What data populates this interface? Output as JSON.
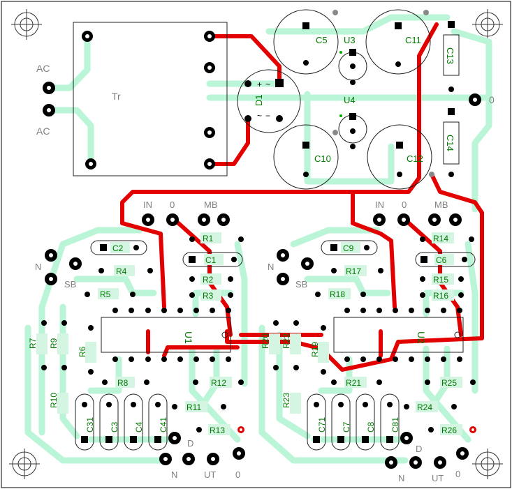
{
  "board": {
    "transformer": "Tr",
    "bridge": "D1",
    "bridge_marks": [
      "+",
      "~",
      "~",
      "−"
    ],
    "regulators": [
      "U3",
      "U4"
    ],
    "opamps": [
      "U1",
      "U2"
    ],
    "big_caps": [
      "C5",
      "C11",
      "C10",
      "C12"
    ],
    "small_caps": [
      "C13",
      "C14"
    ],
    "zero_top": "0"
  },
  "left_channel": {
    "connectors": [
      "IN",
      "0",
      "MB"
    ],
    "ground_label": "N",
    "sb_label": "SB",
    "parts": [
      "C2",
      "R1",
      "C1",
      "R2",
      "R3",
      "R4",
      "R5",
      "R6",
      "R7",
      "R9",
      "R8",
      "R10",
      "R12",
      "R11",
      "R13"
    ],
    "caps_vertical": [
      "C31",
      "C3",
      "C4",
      "C41"
    ],
    "output_labels": [
      "D",
      "N",
      "UT",
      "0"
    ]
  },
  "right_channel": {
    "connectors": [
      "IN",
      "0",
      "MB"
    ],
    "ground_label": "N",
    "sb_label": "SB",
    "parts": [
      "C9",
      "R14",
      "C6",
      "R15",
      "R16",
      "R17",
      "R18",
      "R19",
      "R20",
      "R22",
      "R21",
      "R23",
      "R25",
      "R24",
      "R26"
    ],
    "caps_vertical": [
      "C71",
      "C7",
      "C8",
      "C81"
    ],
    "output_labels": [
      "D",
      "N",
      "UT",
      "0"
    ]
  },
  "ac_labels": [
    "AC",
    "AC"
  ],
  "colors": {
    "trace": "#b9f5d6",
    "jumper": "#e30000",
    "text_green": "#007a00",
    "text_grey": "#808080"
  }
}
